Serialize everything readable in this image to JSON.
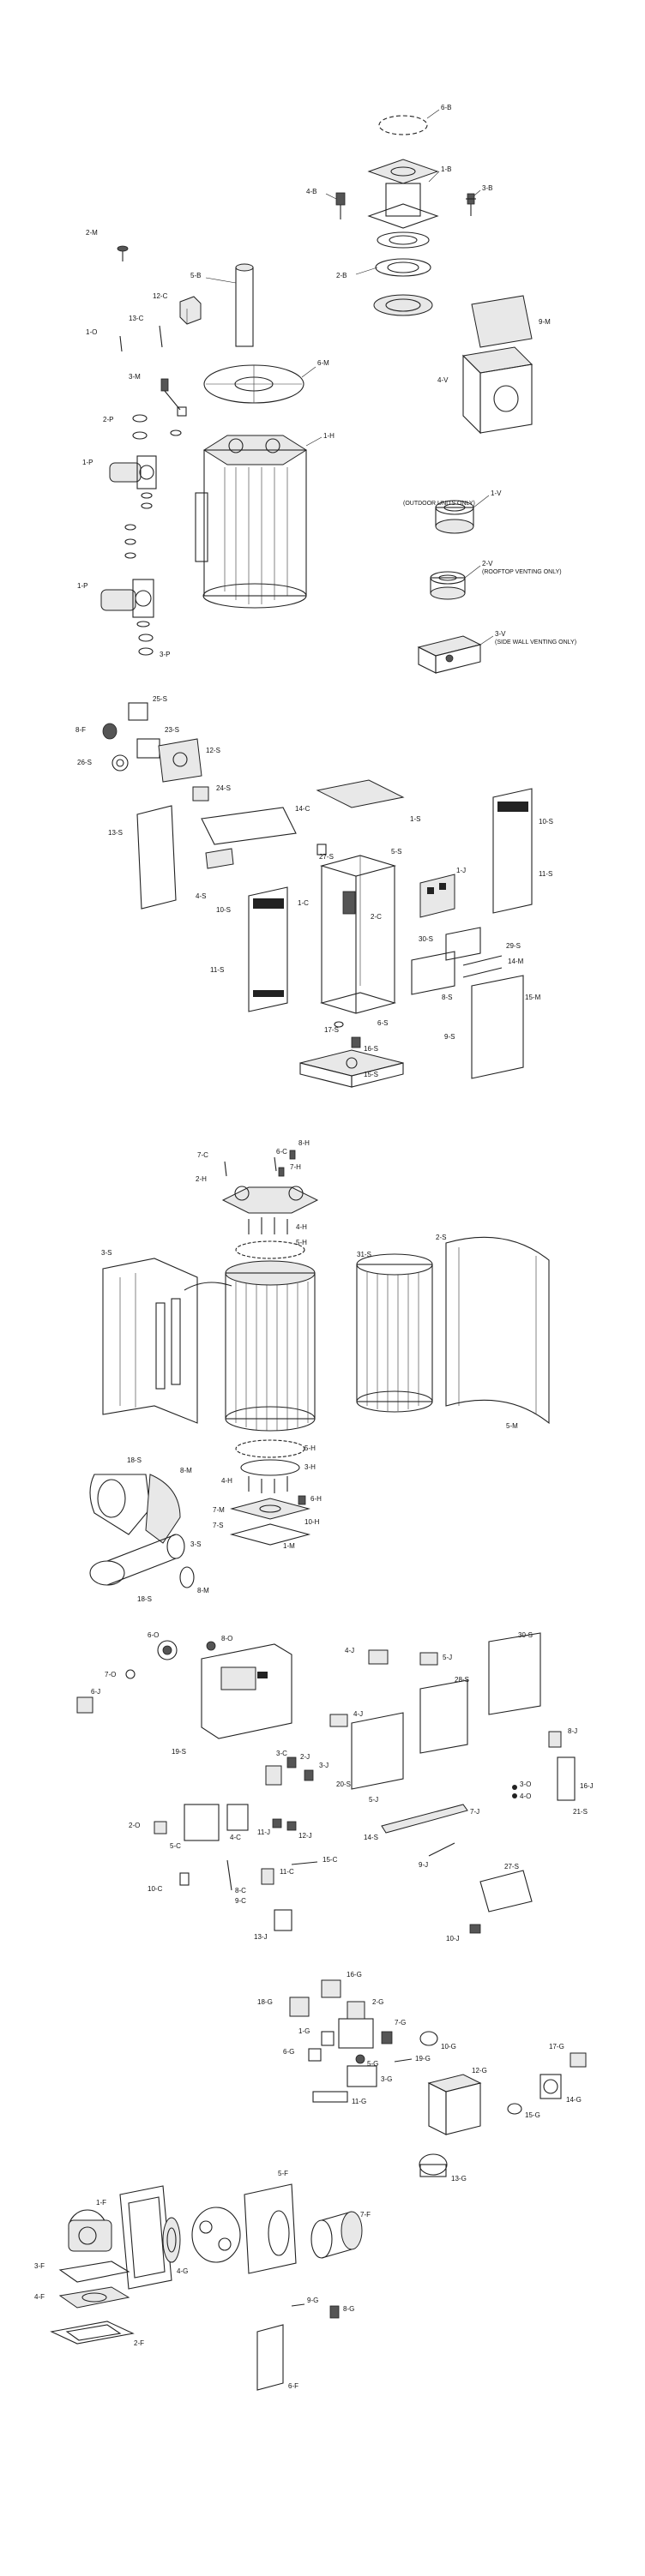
{
  "groups": [
    {
      "id": "venting",
      "labels": [
        "6-B",
        "1-B",
        "4-B",
        "3-B",
        "2-B",
        "2-M",
        "5-B",
        "12-C",
        "13-C",
        "1-O",
        "6-M",
        "9-M",
        "4-V",
        "3-M",
        "1-H",
        "2-P",
        "1-P",
        "1-V",
        "2-V",
        "3-V",
        "3-P"
      ],
      "notes": [
        "(OUTDOOR UNITS ONLY)",
        "(ROOFTOP VENTING ONLY)",
        "(SIDE WALL VENTING ONLY)"
      ]
    },
    {
      "id": "cabinet",
      "labels": [
        "25-S",
        "8-F",
        "23-S",
        "12-S",
        "26-S",
        "24-S",
        "14-C",
        "1-S",
        "10-S",
        "13-S",
        "27-S",
        "5-S",
        "4-S",
        "1-J",
        "11-S",
        "1-C",
        "2-C",
        "10-S",
        "30-S",
        "29-S",
        "14-M",
        "11-S",
        "8-S",
        "6-S",
        "15-M",
        "9-S",
        "17-S",
        "16-S",
        "15-S"
      ]
    },
    {
      "id": "heat-exchanger",
      "labels": [
        "7-C",
        "6-C",
        "8-H",
        "2-H",
        "7-H",
        "4-H",
        "5-H",
        "2-S",
        "3-S",
        "31-S",
        "5-M",
        "18-S",
        "8-M",
        "5-H",
        "3-H",
        "4-H",
        "6-H",
        "7-M",
        "7-S",
        "10-H",
        "1-M",
        "3-S",
        "18-S",
        "8-M"
      ]
    },
    {
      "id": "controls",
      "labels": [
        "6-O",
        "8-O",
        "7-O",
        "4-J",
        "5-J",
        "30-S",
        "6-J",
        "28-S",
        "8-J",
        "19-S",
        "3-C",
        "2-J",
        "3-J",
        "4-J",
        "20-S",
        "3-O",
        "4-O",
        "16-J",
        "21-S",
        "2-O",
        "5-C",
        "4-C",
        "11-J",
        "12-J",
        "5-J",
        "7-J",
        "14-S",
        "9-J",
        "15-C",
        "11-C",
        "10-C",
        "8-C",
        "9-C",
        "27-S",
        "13-J",
        "10-J"
      ]
    },
    {
      "id": "gas-train",
      "labels": [
        "16-G",
        "18-G",
        "2-G",
        "7-G",
        "1-G",
        "10-G",
        "6-G",
        "5-G",
        "19-G",
        "3-G",
        "17-G",
        "12-G",
        "11-G",
        "14-G",
        "15-G",
        "13-G"
      ]
    },
    {
      "id": "blower",
      "labels": [
        "1-F",
        "5-F",
        "2-F",
        "4-F",
        "4-G",
        "7-F",
        "3-F",
        "9-G",
        "8-G",
        "6-F"
      ]
    }
  ]
}
